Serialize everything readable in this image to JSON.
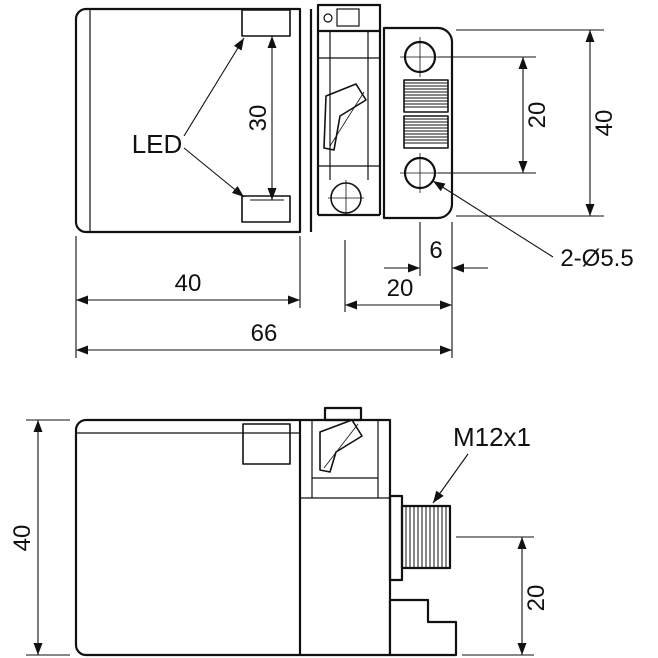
{
  "top_view": {
    "led_label": "LED",
    "holes_callout": "2-Ø5.5",
    "dim_inner_height": "30",
    "dim_hole_spacing": "20",
    "dim_overall_height": "40",
    "dim_hole_edge_offset": "6",
    "dim_bracket_width": "20",
    "dim_body_width": "40",
    "dim_overall_width": "66"
  },
  "side_view": {
    "connector_label": "M12x1",
    "dim_overall_height": "40",
    "dim_connector_height": "20"
  },
  "style": {
    "line_color": "#111111",
    "background": "#ffffff"
  }
}
